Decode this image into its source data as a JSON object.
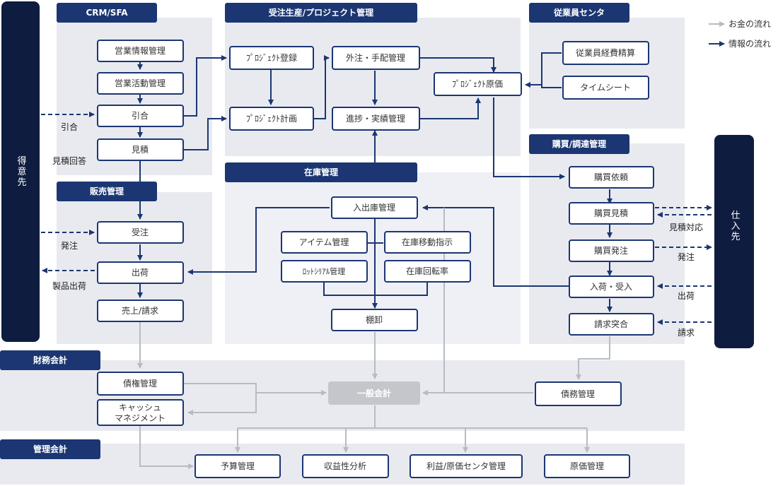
{
  "legend": {
    "money": "お金の流れ",
    "info": "情報の流れ"
  },
  "parties": {
    "customer": "得意先",
    "supplier": "仕入先"
  },
  "sections": {
    "crm": "CRM/SFA",
    "sales": "販売管理",
    "order_project": "受注生産/プロジェクト管理",
    "inventory": "在庫管理",
    "employee": "従業員センタ",
    "purchase": "購買/調達管理",
    "financial": "財務会計",
    "management": "管理会計"
  },
  "nodes": {
    "sales_info": "営業情報管理",
    "sales_activity": "営業活動管理",
    "inquiry": "引合",
    "estimate": "見積",
    "order": "受注",
    "shipment": "出荷",
    "sales_billing": "売上/請求",
    "project_reg": "ﾌﾟﾛｼﾞｪｸﾄ登録",
    "project_plan": "ﾌﾟﾛｼﾞｪｸﾄ計画",
    "outsource": "外注・手配管理",
    "progress": "進捗・実績管理",
    "project_cost": "ﾌﾟﾛｼﾞｪｸﾄ原価",
    "expense": "従業員経費精算",
    "timesheet": "タイムシート",
    "inout": "入出庫管理",
    "item": "アイテム管理",
    "transfer": "在庫移動指示",
    "lot": "ﾛｯﾄｼﾘｱﾙ管理",
    "turnover": "在庫回転率",
    "stocktake": "棚卸",
    "purchase_req": "購買依頼",
    "purchase_est": "購買見積",
    "purchase_order": "購買発注",
    "receipt": "入荷・受入",
    "invoice_match": "請求突合",
    "receivable": "債権管理",
    "cash_mgmt_1": "キャッシュ",
    "cash_mgmt_2": "マネジメント",
    "general_ledger": "一般会計",
    "payable": "債務管理",
    "budget": "予算管理",
    "profitability": "収益性分析",
    "profit_center": "利益/原価センタ管理",
    "cost_mgmt": "原価管理"
  },
  "flow_labels": {
    "inquiry": "引合",
    "estimate_reply": "見積回答",
    "order_placed": "発注",
    "product_ship": "製品出荷",
    "estimate_response": "見積対応",
    "supplier_order": "発注",
    "supplier_ship": "出荷",
    "supplier_invoice": "請求"
  },
  "colors": {
    "navy": "#1b3672",
    "dark_navy": "#0e1c3f",
    "gray_line": "#b9bbc0",
    "panel": "#e8eaf0"
  }
}
